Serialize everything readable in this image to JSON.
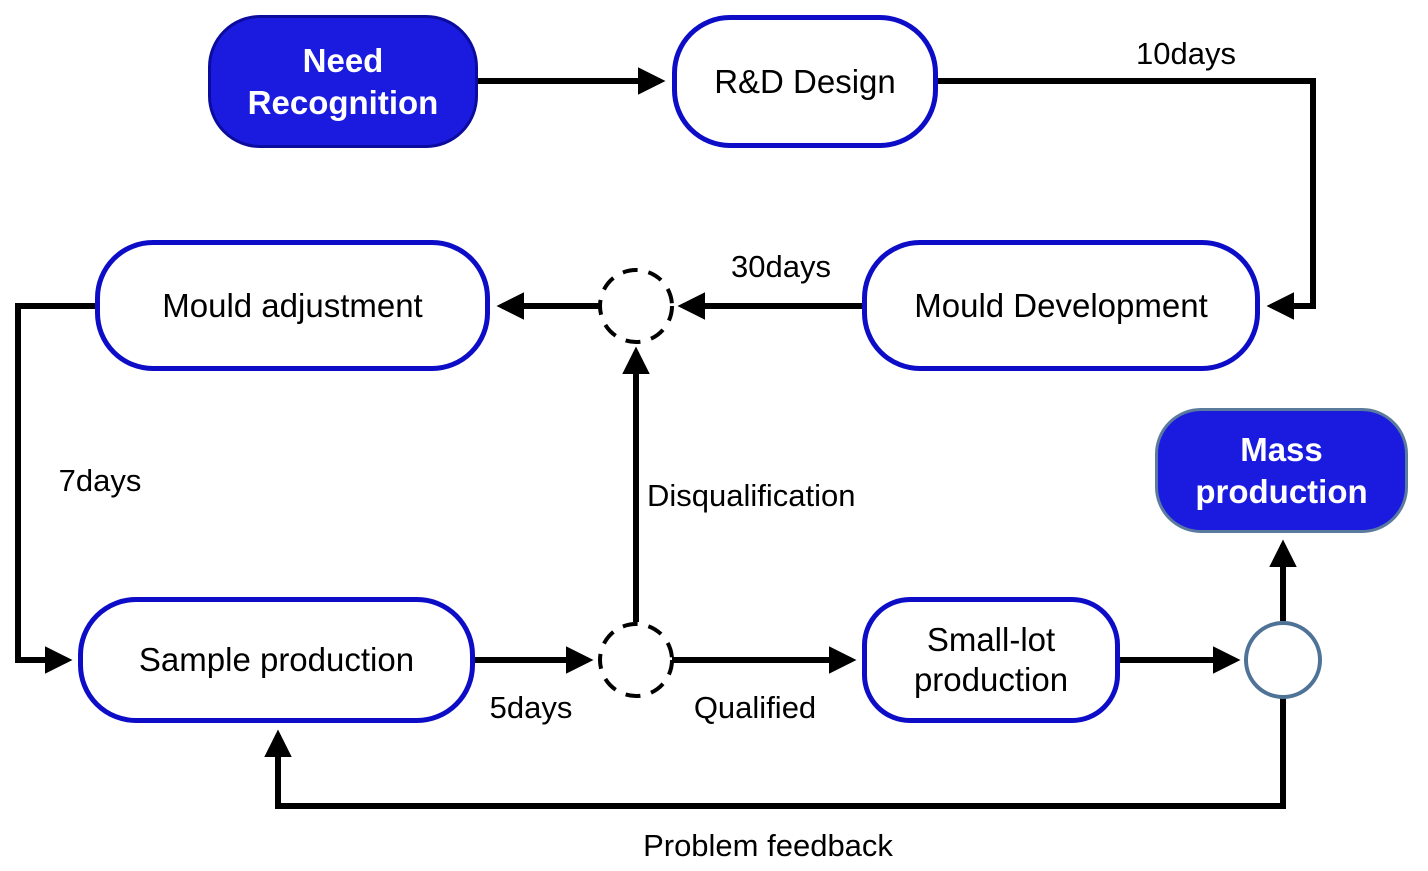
{
  "diagram_type": "flowchart",
  "colors": {
    "filled_node_fill": "#1b1be0",
    "filled_node_border": "#0b0b9e",
    "outlined_node_border": "#0d0dc8",
    "slate_border": "#5a7b9e",
    "connector": "#000000",
    "background": "#ffffff"
  },
  "nodes": {
    "need_recognition": {
      "label": "Need Recognition"
    },
    "rd_design": {
      "label": "R&D Design"
    },
    "mould_development": {
      "label": "Mould Development"
    },
    "mould_adjustment": {
      "label": "Mould adjustment"
    },
    "sample_production": {
      "label": "Sample production"
    },
    "small_lot_production": {
      "label": "Small-lot production"
    },
    "mass_production": {
      "label": "Mass production"
    }
  },
  "junctions": {
    "mould_loop_junction": "dashed-circle",
    "quality_check_junction": "dashed-circle",
    "mass_split_junction": "solid-circle"
  },
  "edge_labels": {
    "rd_to_mould_dev": "10days",
    "mould_dev_to_junction": "30days",
    "mould_adj_to_sample": "7days",
    "sample_to_junction": "5days",
    "disqualification": "Disqualification",
    "qualified": "Qualified",
    "problem_feedback": "Problem feedback"
  }
}
